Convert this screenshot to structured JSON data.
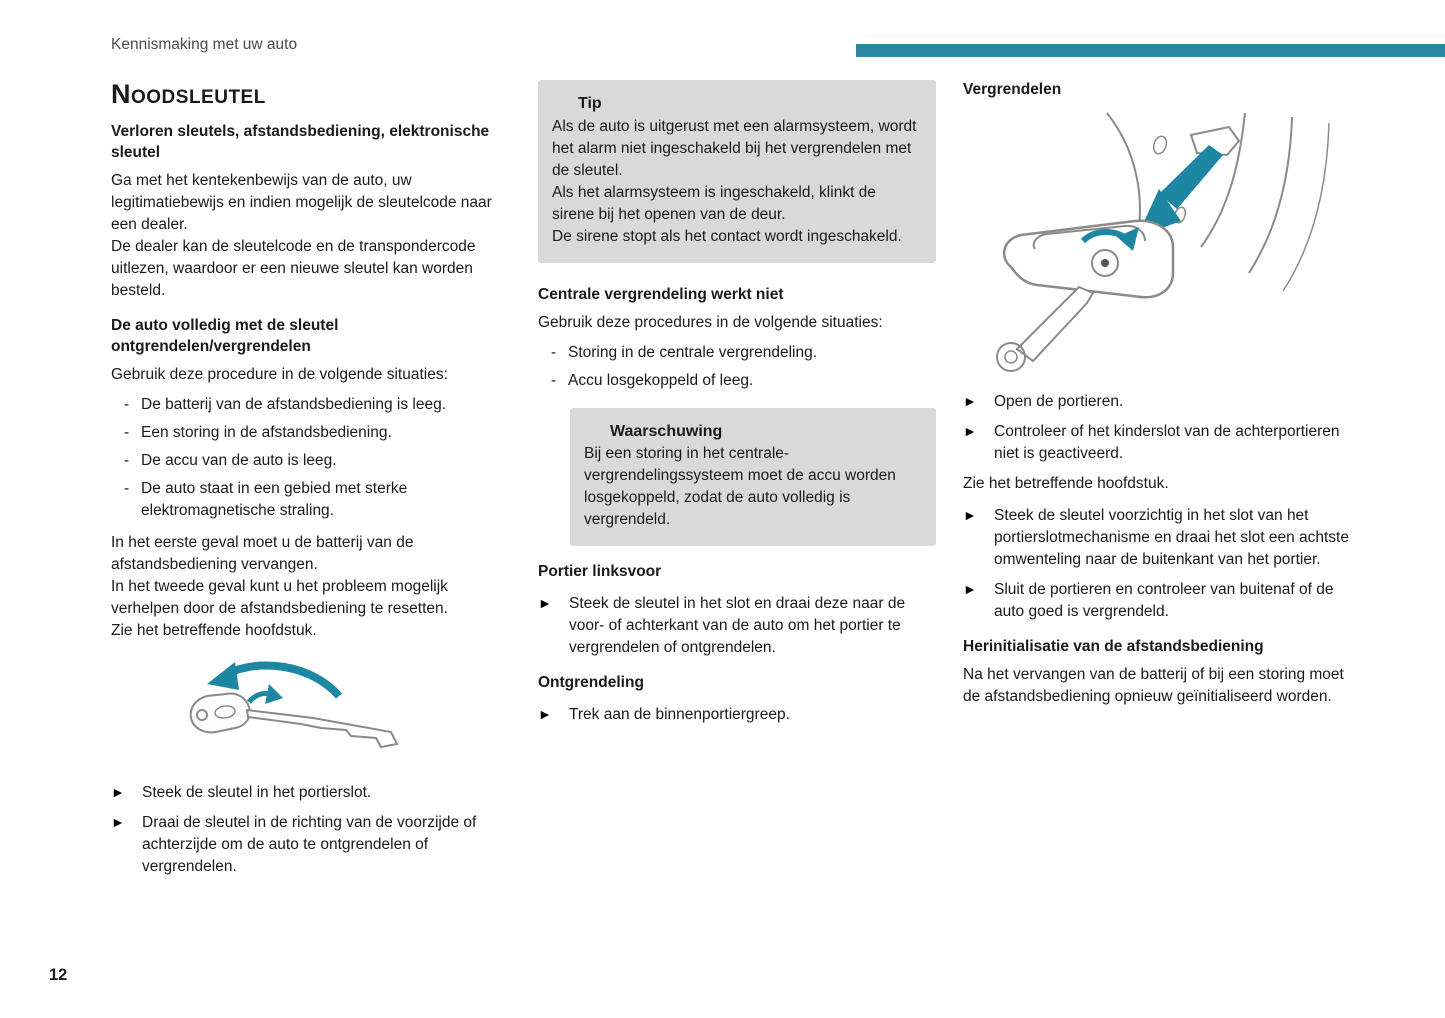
{
  "colors": {
    "accent": "#2b87a3",
    "box_bg": "#d9d9d9",
    "warning_red": "#d8232a"
  },
  "page": {
    "header": "Kennismaking met uw auto",
    "number": "12"
  },
  "markers": {
    "dash": "-",
    "arrow": "►"
  },
  "col1": {
    "title": "Noodsleutel",
    "h1": "Verloren sleutels, afstandsbediening, elektronische sleutel",
    "p1": "Ga met het kentekenbewijs van de auto, uw legitimatiebewijs en indien mogelijk de sleutelcode naar een dealer.",
    "p2": "De dealer kan de sleutelcode en de transpondercode uitlezen, waardoor er een nieuwe sleutel kan worden besteld.",
    "h2": "De auto volledig met de sleutel ontgrendelen/vergrendelen",
    "p3": "Gebruik deze procedure in de volgende situaties:",
    "bullets": [
      "De batterij van de afstandsbediening is leeg.",
      "Een storing in de afstandsbediening.",
      "De accu van de auto is leeg.",
      "De auto staat in een gebied met sterke elektromagnetische straling."
    ],
    "p4": "In het eerste geval moet u de batterij van de afstandsbediening vervangen.",
    "p5": "In het tweede geval kunt u het probleem mogelijk verhelpen door de afstandsbediening te resetten.",
    "p6": "Zie het betreffende hoofdstuk.",
    "steps": [
      "Steek de sleutel in het portierslot.",
      "Draai de sleutel in de richting van de voorzijde of achterzijde om de auto te ontgrendelen of vergrendelen."
    ]
  },
  "col2": {
    "tip": {
      "title": "Tip",
      "p1": "Als de auto is uitgerust met een alarmsysteem, wordt het alarm niet ingeschakeld bij het vergrendelen met de sleutel.",
      "p2": "Als het alarmsysteem is ingeschakeld, klinkt de sirene bij het openen van de deur.",
      "p3": "De sirene stopt als het contact wordt ingeschakeld."
    },
    "h1": "Centrale vergrendeling werkt niet",
    "p1": "Gebruik deze procedures in de volgende situaties:",
    "bullets": [
      "Storing in de centrale vergrendeling.",
      "Accu losgekoppeld of leeg."
    ],
    "warning": {
      "title": "Waarschuwing",
      "p1": "Bij een storing in het centrale-vergrendelingssysteem moet de accu worden losgekoppeld, zodat de auto volledig is vergrendeld."
    },
    "h2": "Portier linksvoor",
    "step1": "Steek de sleutel in het slot en draai deze naar de voor- of achterkant van de auto om het portier te vergrendelen of ontgrendelen.",
    "h3": "Ontgrendeling",
    "step2": "Trek aan de binnenportiergreep."
  },
  "col3": {
    "h1": "Vergrendelen",
    "steps1": [
      "Open de portieren.",
      "Controleer of het kinderslot van de achterportieren niet is geactiveerd."
    ],
    "p1": "Zie het betreffende hoofdstuk.",
    "steps2": [
      "Steek de sleutel voorzichtig in het slot van het portierslotmechanisme en draai het slot een achtste omwenteling naar de buitenkant van het portier.",
      "Sluit de portieren en controleer van buitenaf of de auto goed is vergrendeld."
    ],
    "h2": "Herinitialisatie van de afstandsbediening",
    "p2": "Na het vervangen van de batterij of bij een storing moet de afstandsbediening opnieuw geïnitialiseerd worden."
  }
}
